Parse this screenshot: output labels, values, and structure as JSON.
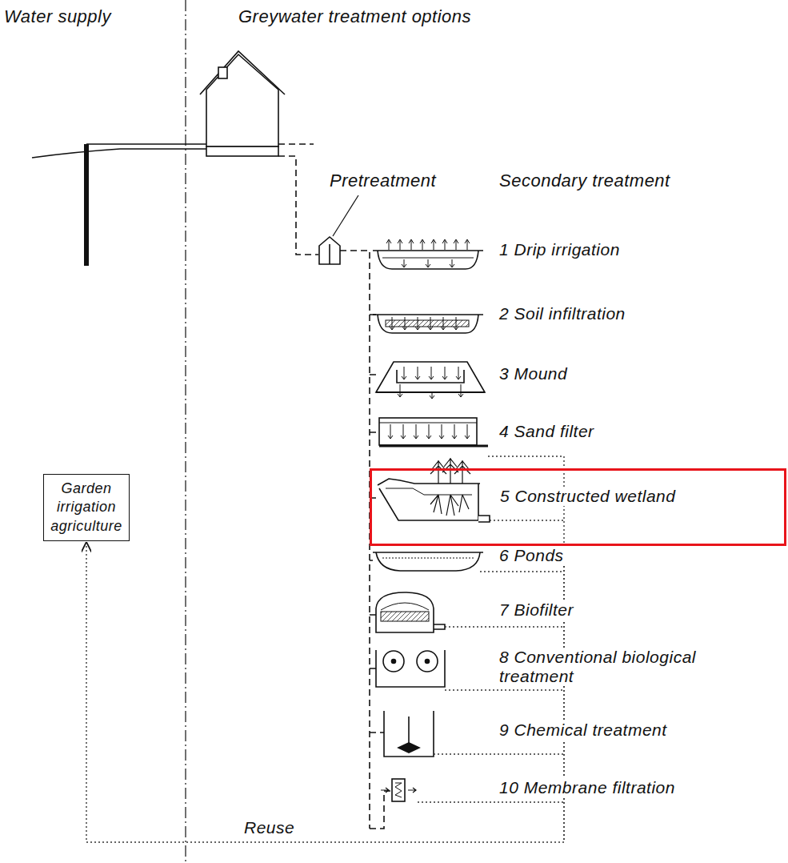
{
  "diagram": {
    "nodes": [
      {
        "text": [
          "Garden irrigation agriculture"
        ]
      },
      {
        "text": [
          "5 Constructed wetland"
        ]
      }
    ],
    "edges": [
      {
        "from": 1,
        "to": 0,
        "label": "Reuse",
        "arrow": "to"
      }
    ],
    "labels": [
      "Water supply",
      "Greywater treatment options",
      "Pretreatment",
      "Secondary treatment",
      "1 Drip irrigation",
      "2 Soil infiltration",
      "3 Mound",
      "4 Sand filter",
      "6 Ponds",
      "7 Biofilter",
      "8 Conventional biological treatment",
      "9 Chemical treatment",
      "10 Membrane filtration"
    ]
  }
}
